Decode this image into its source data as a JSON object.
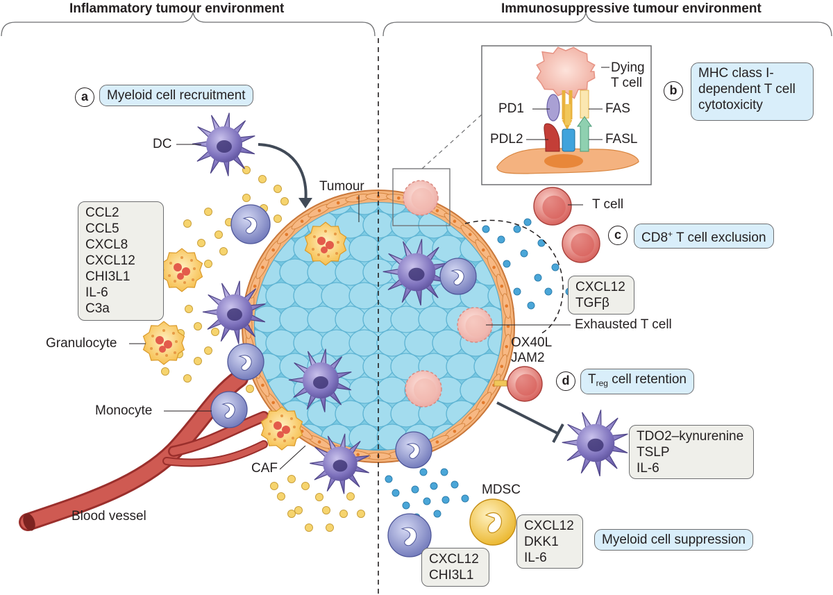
{
  "headers": {
    "left": "Inflammatory tumour environment",
    "right": "Immunosuppressive tumour environment"
  },
  "panels": {
    "a": {
      "letter": "a",
      "label": "Myeloid cell recruitment"
    },
    "b": {
      "letter": "b",
      "lines": [
        "MHC class I-",
        "dependent T cell",
        "cytotoxicity"
      ]
    },
    "c": {
      "letter": "c",
      "label_main": "CD8",
      "label_sup": "+",
      "label_rest": " T cell exclusion"
    },
    "d": {
      "letter": "d",
      "label_main": "T",
      "label_sub": "reg",
      "label_rest": " cell retention"
    },
    "e": {
      "label": "Myeloid cell suppression"
    }
  },
  "cell_labels": {
    "dc": "DC",
    "granulocyte": "Granulocyte",
    "monocyte": "Monocyte",
    "caf": "CAF",
    "blood_vessel": "Blood vessel",
    "tumour": "Tumour",
    "t_cell": "T cell",
    "exhausted_t_cell": "Exhausted T cell",
    "mdsc": "MDSC",
    "ox40l": "OX40L",
    "jam2": "JAM2"
  },
  "inset_labels": {
    "dying_t_cell_1": "Dying",
    "dying_t_cell_2": "T cell",
    "pd1": "PD1",
    "pdl2": "PDL2",
    "fas": "FAS",
    "fasl": "FASL"
  },
  "factor_boxes": {
    "recruitment": [
      "CCL2",
      "CCL5",
      "CXCL8",
      "CXCL12",
      "CHI3L1",
      "IL-6",
      "C3a"
    ],
    "exclusion": [
      "CXCL12",
      "TGFβ"
    ],
    "treg_suppression": [
      "TDO2–kynurenine",
      "TSLP",
      "IL-6"
    ],
    "mdsc": [
      "CXCL12",
      "DKK1",
      "IL-6"
    ],
    "monocyte": [
      "CXCL12",
      "CHI3L1"
    ]
  },
  "colors": {
    "tumour_cell": "#8fd3e6",
    "caf": "#f2a766",
    "dendritic_cell": "#8b7fc4",
    "monocyte": "#8e95cf",
    "granulocyte": "#f7c85f",
    "t_cell": "#e0706a",
    "mdsc": "#f2c441",
    "blood_vessel": "#c24a44",
    "chemokine_yellow": "#f6d46e",
    "chemokine_blue": "#4aa6d8",
    "panel_blue": "#d9eefa",
    "box_grey": "#efefea"
  }
}
